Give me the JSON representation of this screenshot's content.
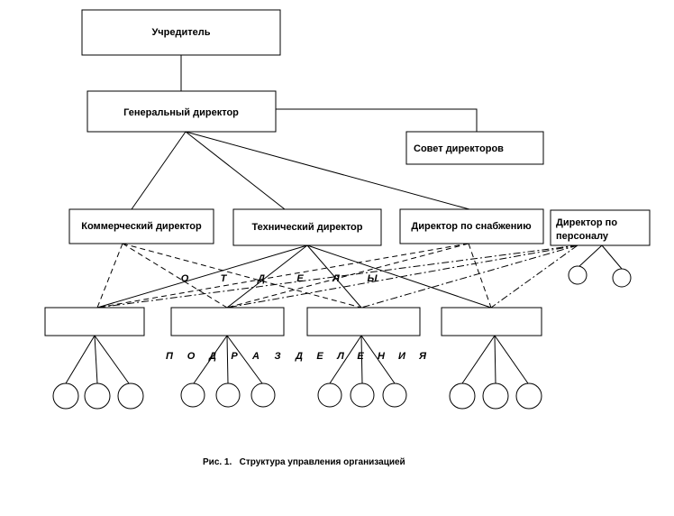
{
  "roles": {
    "founder": "Учредитель",
    "general_director": "Генеральный директор",
    "board": "Совет директоров",
    "commercial_director": "Коммерческий директор",
    "technical_director": "Технический директор",
    "supply_director": "Директор по снабжению",
    "hr_director_line1": "Директор по",
    "hr_director_line2": "персоналу"
  },
  "labels": {
    "departments_letters": [
      "О",
      "Т",
      "Д",
      "Е",
      "Л",
      "Ы"
    ],
    "subdivisions_letters": [
      "П",
      "О",
      "Д",
      "Р",
      "А",
      "З",
      "Д",
      "Е",
      "Л",
      "Е",
      "Н",
      "И",
      "Я"
    ]
  },
  "caption": "Рис. 1.   Структура управления организацией"
}
